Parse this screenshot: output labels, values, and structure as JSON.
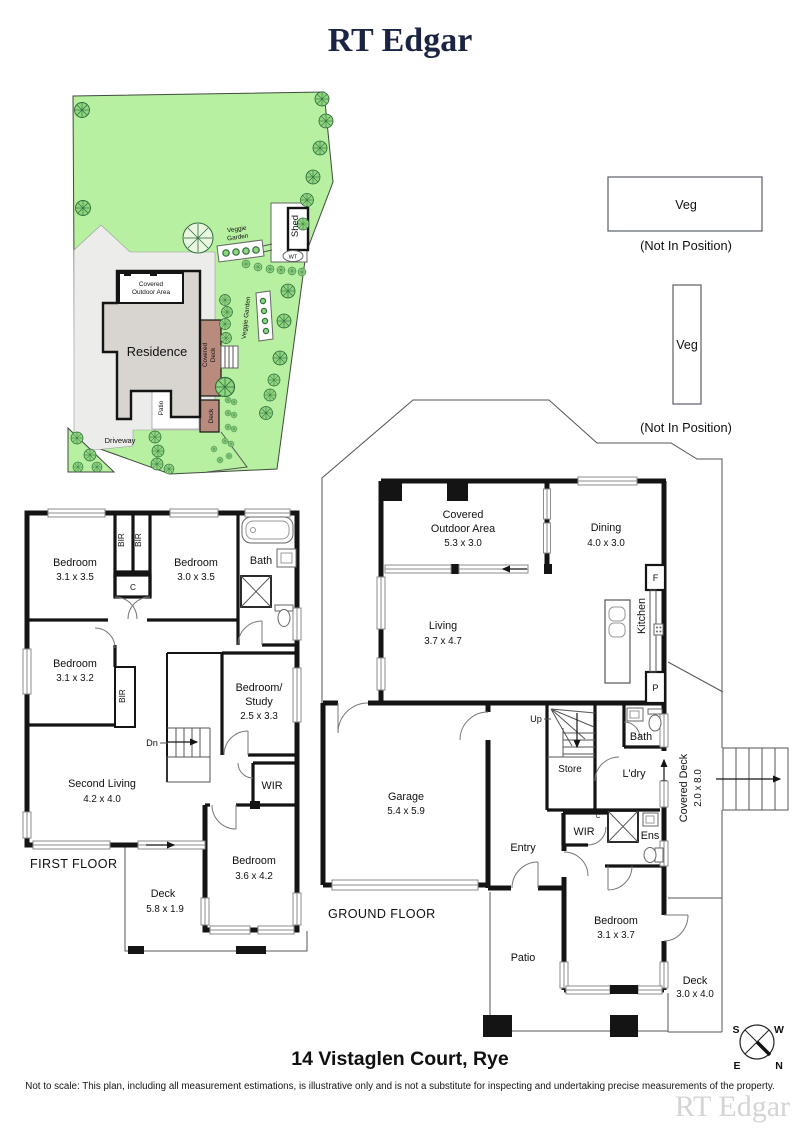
{
  "header": {
    "logo": "RT Edgar"
  },
  "site": {
    "residence": "Residence",
    "covered_outdoor_l1": "Covered",
    "covered_outdoor_l2": "Outdoor Area",
    "covered_deck_l1": "Covered",
    "covered_deck_l2": "Deck",
    "deck": "Deck",
    "patio": "Patio",
    "driveway": "Driveway",
    "veggie_top_l1": "Veggie",
    "veggie_top_l2": "Garden",
    "veggie_right": "Veggie Garden",
    "shed": "Shed",
    "wt": "WT"
  },
  "veg": {
    "box1": "Veg",
    "note1": "(Not In Position)",
    "box2": "Veg",
    "note2": "(Not In Position)"
  },
  "first_floor": {
    "title": "FIRST FLOOR",
    "bed1": "Bedroom",
    "bed1_d": "3.1 x 3.5",
    "bed2": "Bedroom",
    "bed2_d": "3.0 x 3.5",
    "bath": "Bath",
    "bir1": "BIR",
    "bir2": "BIR",
    "c": "C",
    "bed3": "Bedroom",
    "bed3_d": "3.1 x 3.2",
    "bir3": "BIR",
    "study1": "Bedroom/",
    "study2": "Study",
    "study_d": "2.5 x 3.3",
    "dn": "Dn",
    "living": "Second Living",
    "living_d": "4.2 x 4.0",
    "wir": "WIR",
    "bed4": "Bedroom",
    "bed4_d": "3.6 x 4.2",
    "deck": "Deck",
    "deck_d": "5.8 x 1.9"
  },
  "ground_floor": {
    "title": "GROUND FLOOR",
    "coa1": "Covered",
    "coa2": "Outdoor Area",
    "coa_d": "5.3 x 3.0",
    "dining": "Dining",
    "dining_d": "4.0 x 3.0",
    "living": "Living",
    "living_d": "3.7 x 4.7",
    "kitchen": "Kitchen",
    "f": "F",
    "p": "P",
    "garage": "Garage",
    "garage_d": "5.4 x 5.9",
    "up": "Up",
    "store": "Store",
    "bath": "Bath",
    "ldry": "L'dry",
    "wir": "WIR",
    "c": "C",
    "ens": "Ens",
    "entry": "Entry",
    "cdeck": "Covered Deck",
    "cdeck_d": "2.0 x 8.0",
    "bed": "Bedroom",
    "bed_d": "3.1 x 3.7",
    "patio": "Patio",
    "deck": "Deck",
    "deck_d": "3.0 x 4.0"
  },
  "compass": {
    "n": "N",
    "s": "S",
    "e": "E",
    "w": "W"
  },
  "footer": {
    "address": "14 Vistaglen Court, Rye",
    "disclaimer": "Not to scale: This plan, including all measurement estimations, is illustrative only and is not a substitute for inspecting and undertaking precise measurements of the property.",
    "watermark": "RT Edgar"
  },
  "colors": {
    "site_green": "#b7f0a0",
    "tree_green": "#8fd47f",
    "tree_stroke": "#2e6d3c",
    "deck_brown": "#b98b7d",
    "residence_grey": "#d8d4cf",
    "pad_grey": "#ececea",
    "wall": "#141414",
    "logo_navy": "#1b2442",
    "watermark_grey": "#d4d4d4"
  }
}
